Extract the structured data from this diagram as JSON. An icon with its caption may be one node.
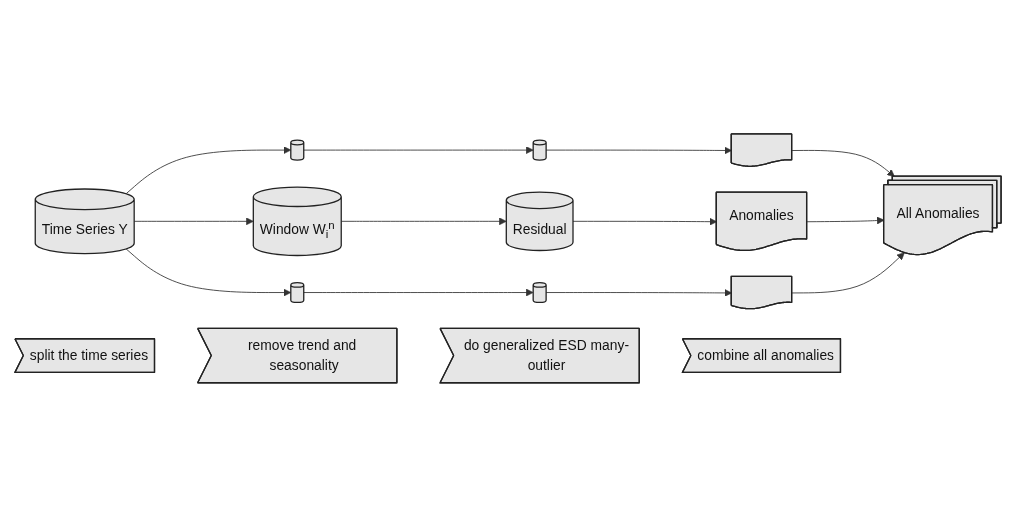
{
  "diagram": {
    "nodes": [
      {
        "text": [
          "Time Series Y"
        ]
      },
      {
        "text": [],
        "shape": "cylinder"
      },
      {
        "text": [
          "Window W$_{i}$$^{n}$"
        ]
      },
      {
        "text": [],
        "shape": "cylinder"
      },
      {
        "text": [],
        "shape": "cylinder"
      },
      {
        "text": [
          "Residual"
        ]
      },
      {
        "text": [],
        "shape": "cylinder"
      },
      {
        "text": [],
        "shape": "document"
      },
      {
        "text": [
          "Anomalies"
        ]
      },
      {
        "text": [],
        "shape": "document"
      },
      {
        "text": [
          "All Anomalies"
        ]
      },
      {
        "text": [
          "split the time series"
        ]
      },
      {
        "text": [
          "remove trend and seasonality"
        ]
      },
      {
        "text": [
          "do generalized ESD many-outlier"
        ]
      },
      {
        "text": [
          "combine all anomalies"
        ]
      }
    ],
    "edges": [
      {
        "from": 0,
        "to": 1,
        "arrow": "to"
      },
      {
        "from": 0,
        "to": 2,
        "arrow": "to"
      },
      {
        "from": 0,
        "to": 3,
        "arrow": "to"
      },
      {
        "from": 1,
        "to": 4,
        "arrow": "to"
      },
      {
        "from": 2,
        "to": 5,
        "arrow": "to"
      },
      {
        "from": 3,
        "to": 6,
        "arrow": "to"
      },
      {
        "from": 4,
        "to": 7,
        "arrow": "to"
      },
      {
        "from": 5,
        "to": 8,
        "arrow": "to"
      },
      {
        "from": 6,
        "to": 9,
        "arrow": "to"
      },
      {
        "from": 7,
        "to": 10,
        "arrow": "to"
      },
      {
        "from": 8,
        "to": 10,
        "arrow": "to"
      },
      {
        "from": 9,
        "to": 10,
        "arrow": "to"
      }
    ]
  }
}
